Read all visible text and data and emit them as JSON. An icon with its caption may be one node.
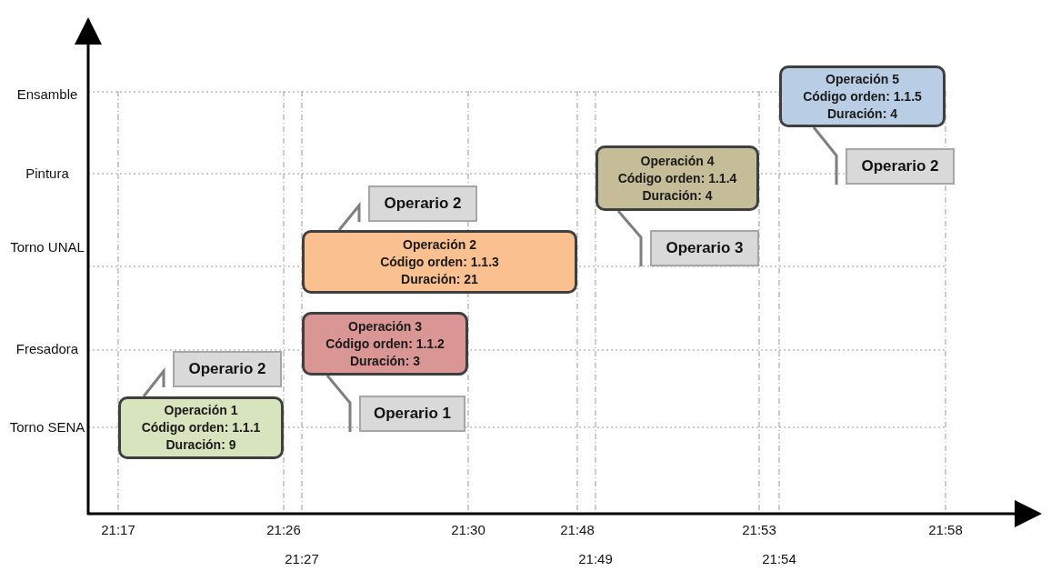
{
  "diagram": {
    "nodes": [
      {
        "text": [
          "Operación 5",
          "Código orden: 1.1.5",
          "Duración: 4"
        ]
      },
      {
        "text": [
          "Operario 2"
        ]
      },
      {
        "text": [
          "Operación 4",
          "Código orden: 1.1.4",
          "Duración: 4"
        ]
      },
      {
        "text": [
          "Operario 2"
        ]
      },
      {
        "text": [
          "Operación 2",
          "Código orden: 1.1.3",
          "Duración: 21"
        ]
      },
      {
        "text": [
          "Operario 3"
        ]
      },
      {
        "text": [
          "Operación 3",
          "Código orden: 1.1.2",
          "Duración: 3"
        ]
      },
      {
        "text": [
          "Operario 2"
        ]
      },
      {
        "text": [
          "Operación 1",
          "Código orden: 1.1.1",
          "Duración: 9"
        ]
      },
      {
        "text": [
          "Operario 1"
        ]
      }
    ],
    "edges": [
      {
        "from": 1,
        "to": 0,
        "arrow": "none"
      },
      {
        "from": 3,
        "to": 4,
        "arrow": "none"
      },
      {
        "from": 5,
        "to": 2,
        "arrow": "none"
      },
      {
        "from": 7,
        "to": 8,
        "arrow": "none"
      },
      {
        "from": 9,
        "to": 6,
        "arrow": "none"
      }
    ],
    "labels": [
      "Ensamble",
      "Pintura",
      "Torno UNAL",
      "Fresadora",
      "Torno SENA",
      "21:17",
      "21:26",
      "21:30",
      "21:48",
      "21:53",
      "21:58",
      "21:27",
      "21:49",
      "21:54"
    ]
  }
}
